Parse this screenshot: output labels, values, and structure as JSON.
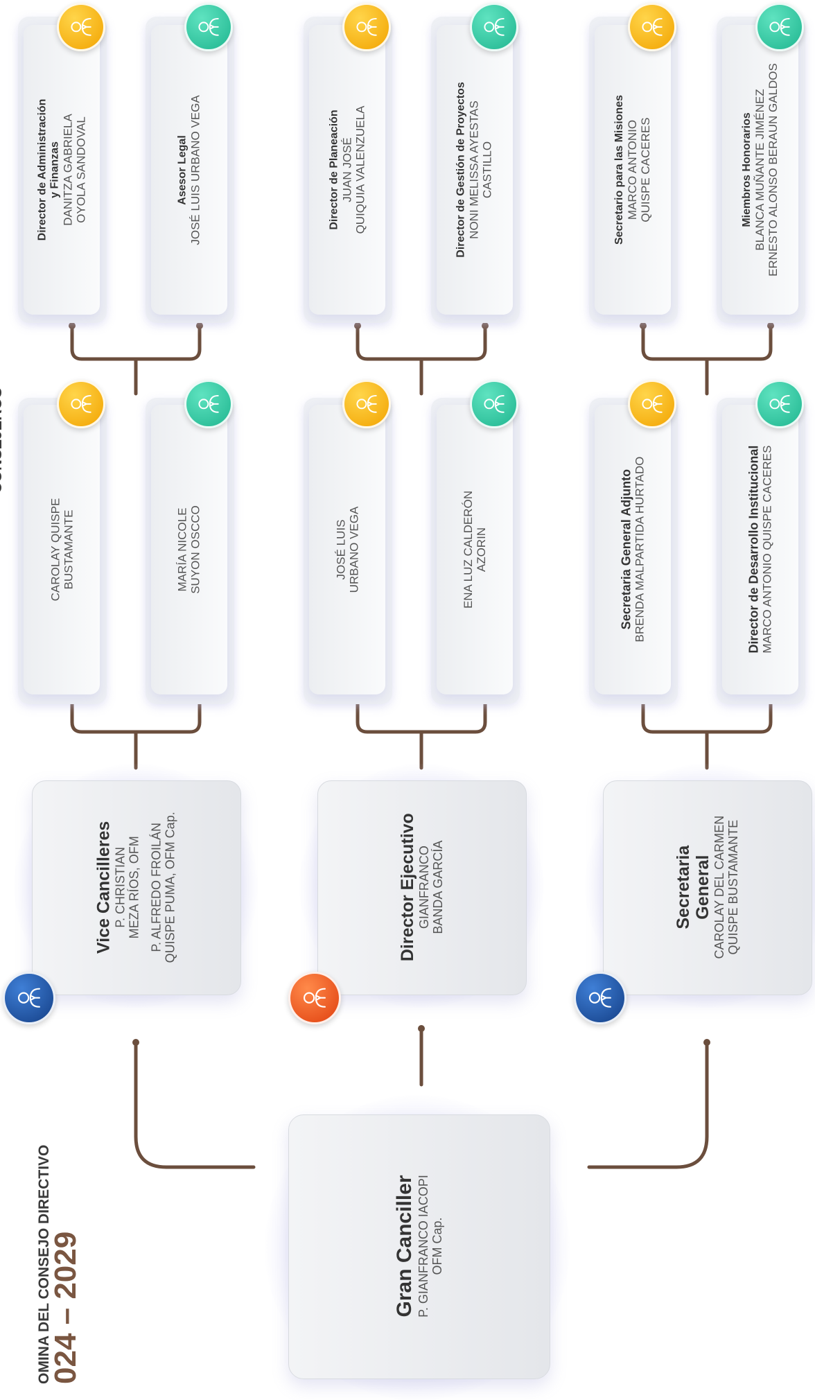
{
  "header": {
    "subtitle": "OMINA DEL CONSEJO DIRECTIVO",
    "years": "024 – 2029",
    "consejeros_label": "CONSEJEROS"
  },
  "colors": {
    "connector": "#6b4e3d",
    "gold": "#f7b400",
    "teal": "#2ec7a1",
    "blue": "#1b4fa0",
    "orange": "#f0561b"
  },
  "gran_canciller": {
    "title": "Gran Canciller",
    "lines": [
      "P. GIANFRANCO IACOPI",
      "OFM Cap."
    ],
    "icon": "person-icon"
  },
  "rows": [
    {
      "hub": {
        "title_lines": [
          "Vice Cancilleres"
        ],
        "name_lines": [
          "P. CHRISTIAN",
          "MEZA RÍOS, OFM",
          "",
          "P. ALFREDO FROILÁN",
          "QUISPE PUMA, OFM Cap."
        ],
        "icon": "person-icon",
        "badge_color": "blue"
      },
      "consejeros": [
        {
          "title_lines": [],
          "name_lines": [
            "CAROLAY QUISPE",
            "BUSTAMANTE"
          ],
          "icon": "person-icon",
          "badge_color": "gold"
        },
        {
          "title_lines": [],
          "name_lines": [
            "MARÍA NICOLE",
            "SUYON OSCCO"
          ],
          "icon": "person-icon",
          "badge_color": "teal"
        }
      ],
      "directores": [
        {
          "title_lines": [
            "Director de Administración",
            "y Finanzas"
          ],
          "name_lines": [
            "DANITZA GABRIELA",
            "OYOLA SANDOVAL"
          ],
          "icon": "person-icon",
          "badge_color": "gold"
        },
        {
          "title_lines": [
            "Asesor Legal"
          ],
          "name_lines": [
            "JOSÉ LUIS URBANO VEGA"
          ],
          "icon": "person-icon",
          "badge_color": "teal"
        }
      ]
    },
    {
      "hub": {
        "title_lines": [
          "Director Ejecutivo"
        ],
        "name_lines": [
          "GIANFRANCO",
          "BANDA GARCÍA"
        ],
        "icon": "person-icon",
        "badge_color": "orange"
      },
      "consejeros": [
        {
          "title_lines": [],
          "name_lines": [
            "JOSÉ LUIS",
            "URBANO VEGA"
          ],
          "icon": "person-icon",
          "badge_color": "gold"
        },
        {
          "title_lines": [],
          "name_lines": [
            "ENA LUZ CALDERÓN",
            "AZORIN"
          ],
          "icon": "person-icon",
          "badge_color": "teal"
        }
      ],
      "directores": [
        {
          "title_lines": [
            "Director de Planeación"
          ],
          "name_lines": [
            "JUAN JOSÉ",
            "QUIQUIA VALENZUELA"
          ],
          "icon": "person-icon",
          "badge_color": "gold"
        },
        {
          "title_lines": [
            "Director de Gestión de Proyectos"
          ],
          "name_lines": [
            "NONI MELISSA AYESTAS",
            "CASTILLO"
          ],
          "icon": "person-icon",
          "badge_color": "teal"
        }
      ]
    },
    {
      "hub": {
        "title_lines": [
          "Secretaria",
          "General"
        ],
        "name_lines": [
          "CAROLAY DEL CARMEN",
          "QUISPE BUSTAMANTE"
        ],
        "icon": "person-icon",
        "badge_color": "blue"
      },
      "consejeros": [
        {
          "title_lines": [
            "Secretaria General Adjunto"
          ],
          "name_lines": [
            "BRENDA MALPARTIDA HURTADO"
          ],
          "icon": "person-icon",
          "badge_color": "gold"
        },
        {
          "title_lines": [
            "Director de Desarrollo Institucional"
          ],
          "name_lines": [
            "MARCO ANTONIO QUISPE CACERES"
          ],
          "icon": "person-icon",
          "badge_color": "teal"
        }
      ],
      "directores": [
        {
          "title_lines": [
            "Secretario para las Misiones"
          ],
          "name_lines": [
            "MARCO ANTONIO",
            "QUISPE CACERES"
          ],
          "icon": "person-icon",
          "badge_color": "gold"
        },
        {
          "title_lines": [
            "Miembros Honorarios"
          ],
          "name_lines": [
            "BLANCA MUÑANTE JIMÉNEZ",
            "ERNESTO ALONSO BERAUN GALDOS"
          ],
          "icon": "person-icon",
          "badge_color": "teal"
        }
      ]
    }
  ]
}
